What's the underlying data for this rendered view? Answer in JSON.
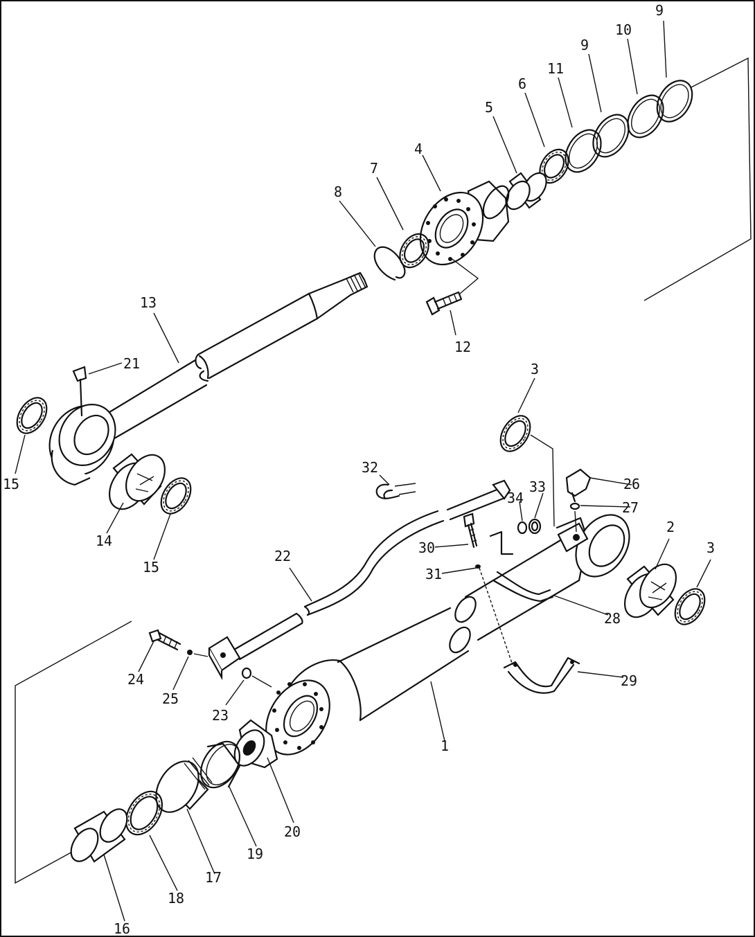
{
  "parts": [
    {
      "id": "p1",
      "number": "1"
    },
    {
      "id": "p2",
      "number": "2"
    },
    {
      "id": "p3a",
      "number": "3"
    },
    {
      "id": "p3b",
      "number": "3"
    },
    {
      "id": "p4",
      "number": "4"
    },
    {
      "id": "p5",
      "number": "5"
    },
    {
      "id": "p6",
      "number": "6"
    },
    {
      "id": "p7",
      "number": "7"
    },
    {
      "id": "p8",
      "number": "8"
    },
    {
      "id": "p9a",
      "number": "9"
    },
    {
      "id": "p9b",
      "number": "9"
    },
    {
      "id": "p10",
      "number": "10"
    },
    {
      "id": "p11",
      "number": "11"
    },
    {
      "id": "p12",
      "number": "12"
    },
    {
      "id": "p13",
      "number": "13"
    },
    {
      "id": "p14",
      "number": "14"
    },
    {
      "id": "p15a",
      "number": "15"
    },
    {
      "id": "p15b",
      "number": "15"
    },
    {
      "id": "p16",
      "number": "16"
    },
    {
      "id": "p17",
      "number": "17"
    },
    {
      "id": "p18",
      "number": "18"
    },
    {
      "id": "p19",
      "number": "19"
    },
    {
      "id": "p20",
      "number": "20"
    },
    {
      "id": "p21",
      "number": "21"
    },
    {
      "id": "p22",
      "number": "22"
    },
    {
      "id": "p23",
      "number": "23"
    },
    {
      "id": "p24",
      "number": "24"
    },
    {
      "id": "p25",
      "number": "25"
    },
    {
      "id": "p26",
      "number": "26"
    },
    {
      "id": "p27",
      "number": "27"
    },
    {
      "id": "p28",
      "number": "28"
    },
    {
      "id": "p29",
      "number": "29"
    },
    {
      "id": "p30",
      "number": "30"
    },
    {
      "id": "p31",
      "number": "31"
    },
    {
      "id": "p32",
      "number": "32"
    },
    {
      "id": "p33",
      "number": "33"
    },
    {
      "id": "p34",
      "number": "34"
    }
  ]
}
